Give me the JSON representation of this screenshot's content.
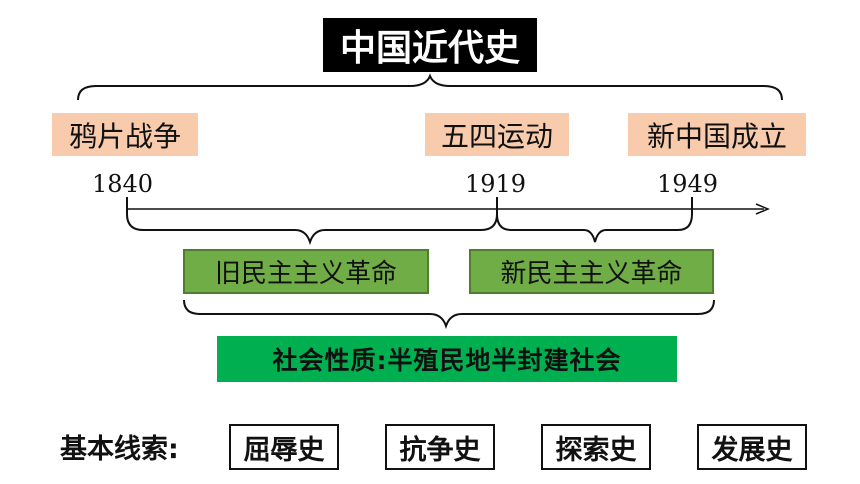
{
  "title": "中国近代史",
  "events": [
    {
      "label": "鸦片战争"
    },
    {
      "label": "五四运动"
    },
    {
      "label": "新中国成立"
    }
  ],
  "years": [
    "1840",
    "1919",
    "1949"
  ],
  "revolutions": [
    {
      "label": "旧民主主义革命"
    },
    {
      "label": "新民主主义革命"
    }
  ],
  "nature": "社会性质:半殖民地半封建社会",
  "clues": {
    "label": "基本线索:",
    "items": [
      "屈辱史",
      "抗争史",
      "探索史",
      "发展史"
    ]
  },
  "colors": {
    "title_bg": "#000000",
    "event_bg": "#f8cbad",
    "revolution_bg": "#70ad47",
    "nature_bg": "#00b050"
  }
}
